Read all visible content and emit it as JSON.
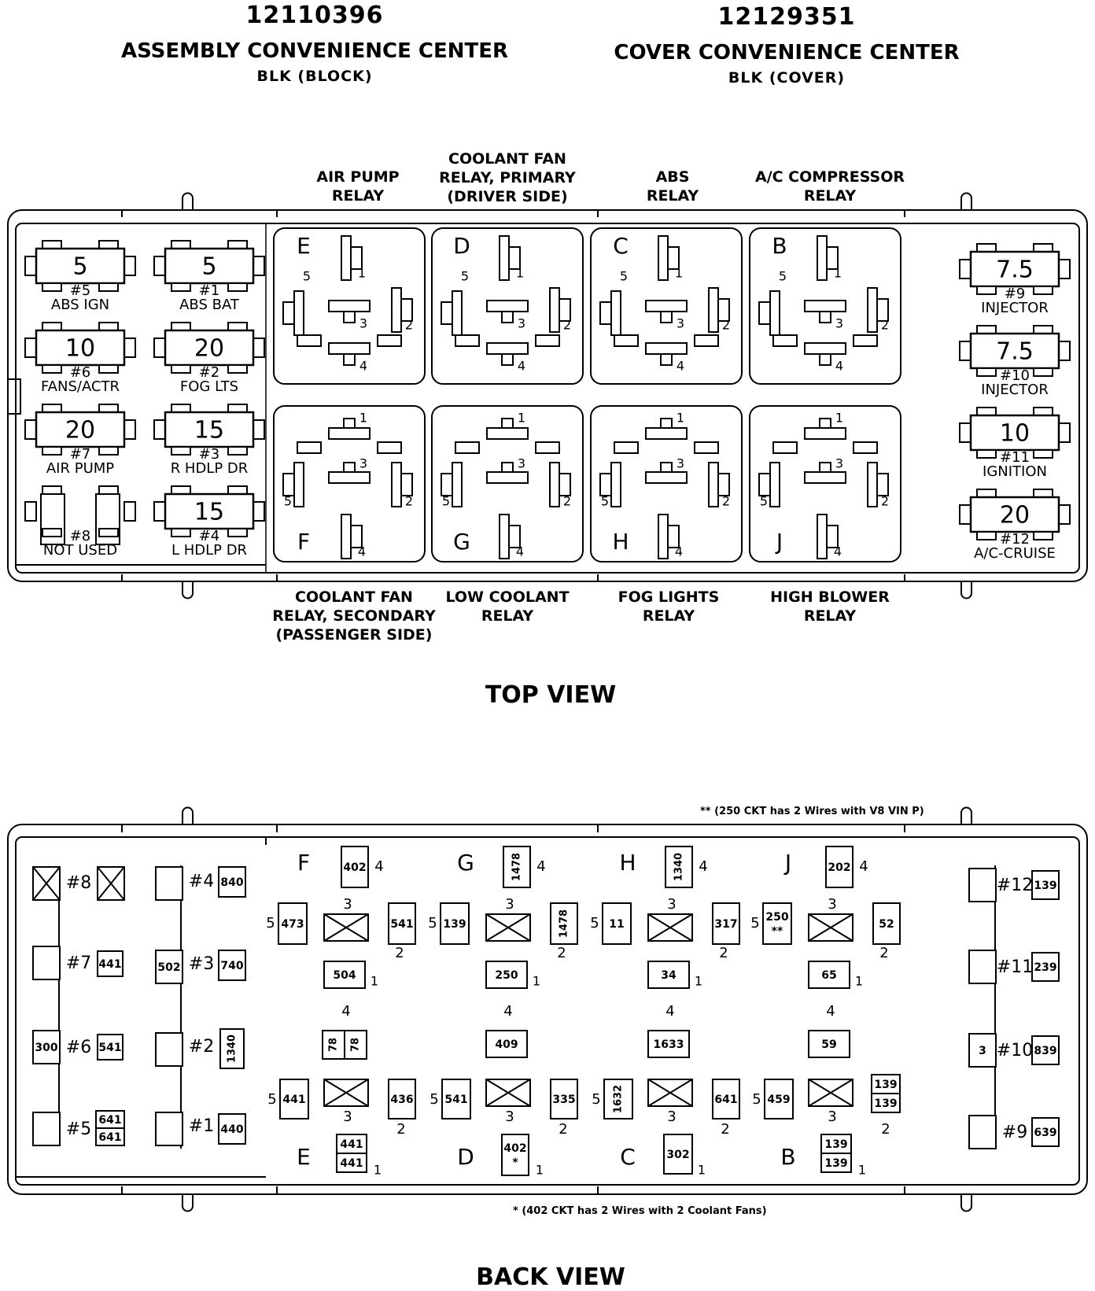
{
  "header": {
    "left": {
      "part_number": "12110396",
      "title": "ASSEMBLY CONVENIENCE CENTER",
      "subtitle": "BLK (BLOCK)"
    },
    "right": {
      "part_number": "12129351",
      "title": "COVER CONVENIENCE CENTER",
      "subtitle": "BLK (COVER)"
    }
  },
  "top_view": {
    "label": "TOP VIEW",
    "relay_labels_top": [
      {
        "id": "E",
        "lines": [
          "AIR PUMP",
          "RELAY"
        ]
      },
      {
        "id": "D",
        "lines": [
          "COOLANT FAN",
          "RELAY, PRIMARY",
          "(DRIVER SIDE)"
        ]
      },
      {
        "id": "C",
        "lines": [
          "ABS",
          "RELAY"
        ]
      },
      {
        "id": "B",
        "lines": [
          "A/C COMPRESSOR",
          "RELAY"
        ]
      }
    ],
    "relay_labels_bottom": [
      {
        "id": "F",
        "lines": [
          "COOLANT FAN",
          "RELAY, SECONDARY",
          "(PASSENGER SIDE)"
        ]
      },
      {
        "id": "G",
        "lines": [
          "LOW COOLANT",
          "RELAY"
        ]
      },
      {
        "id": "H",
        "lines": [
          "FOG LIGHTS",
          "RELAY"
        ]
      },
      {
        "id": "J",
        "lines": [
          "HIGH BLOWER",
          "RELAY"
        ]
      }
    ],
    "relays_top": [
      "E",
      "D",
      "C",
      "B"
    ],
    "relays_bottom": [
      "F",
      "G",
      "H",
      "J"
    ],
    "pin_numbers": [
      "1",
      "2",
      "3",
      "4",
      "5"
    ],
    "fuses_left": [
      {
        "amp": "5",
        "num": "#5",
        "name": "ABS IGN"
      },
      {
        "amp": "5",
        "num": "#1",
        "name": "ABS BAT"
      },
      {
        "amp": "10",
        "num": "#6",
        "name": "FANS/ACTR"
      },
      {
        "amp": "20",
        "num": "#2",
        "name": "FOG LTS"
      },
      {
        "amp": "20",
        "num": "#7",
        "name": "AIR PUMP"
      },
      {
        "amp": "15",
        "num": "#3",
        "name": "R HDLP DR"
      },
      {
        "amp": "",
        "num": "#8",
        "name": "NOT USED"
      },
      {
        "amp": "15",
        "num": "#4",
        "name": "L HDLP DR"
      }
    ],
    "fuses_right": [
      {
        "amp": "7.5",
        "num": "#9",
        "name": "INJECTOR"
      },
      {
        "amp": "7.5",
        "num": "#10",
        "name": "INJECTOR"
      },
      {
        "amp": "10",
        "num": "#11",
        "name": "IGNITION"
      },
      {
        "amp": "20",
        "num": "#12",
        "name": "A/C-CRUISE"
      }
    ]
  },
  "back_view": {
    "label": "BACK VIEW",
    "note_top": "** (250 CKT has 2 Wires with V8  VIN P)",
    "note_bottom": "* (402 CKT has 2 Wires with 2 Coolant Fans)",
    "fuse_labels_left": [
      "#8",
      "#7",
      "#6",
      "#5",
      "#4",
      "#3",
      "#2",
      "#1"
    ],
    "fuse_labels_right": [
      "#12",
      "#11",
      "#10",
      "#9"
    ],
    "left_circuits": {
      "c841": "441",
      "c300": "300",
      "c541": "541",
      "c641a": "641",
      "c641b": "641",
      "c840": "840",
      "c502": "502",
      "c740": "740",
      "c1340": "1340",
      "c440": "440"
    },
    "right_circuits": {
      "c139": "139",
      "c239": "239",
      "c3": "3",
      "c839": "839",
      "c639": "639"
    },
    "relays_top": [
      {
        "letter": "F",
        "p4": "402",
        "p5": "473",
        "p2": "541",
        "p1": "504"
      },
      {
        "letter": "G",
        "p4": "1478",
        "p5": "139",
        "p2": "1478",
        "p1": "250"
      },
      {
        "letter": "H",
        "p4": "1340",
        "p5": "11",
        "p2": "317",
        "p1": "34"
      },
      {
        "letter": "J",
        "p4": "202",
        "p5": "250",
        "p5b": "**",
        "p2": "52",
        "p1": "65"
      }
    ],
    "relays_bottom": [
      {
        "letter": "E",
        "p4a": "78",
        "p4b": "78",
        "p5": "441",
        "p2": "436",
        "p1a": "441",
        "p1b": "441"
      },
      {
        "letter": "D",
        "p4": "409",
        "p5": "541",
        "p2": "335",
        "p1": "402",
        "p1b": "*"
      },
      {
        "letter": "C",
        "p4": "1633",
        "p5": "1632",
        "p2": "641",
        "p1": "302"
      },
      {
        "letter": "B",
        "p4": "59",
        "p5": "459",
        "p2a": "139",
        "p2b": "139",
        "p1a": "139",
        "p1b": "139"
      }
    ]
  }
}
